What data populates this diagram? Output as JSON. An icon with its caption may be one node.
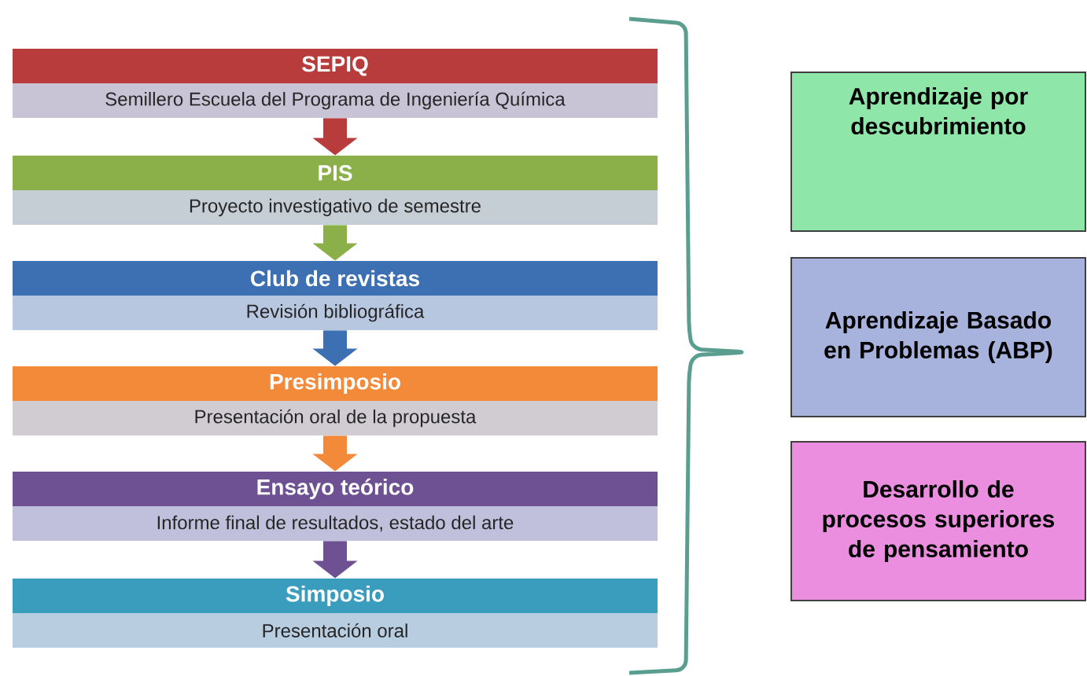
{
  "diagram": {
    "nodes": [
      {
        "text": [
          "SEPIQ",
          "Semillero Escuela del Programa de Ingeniería Química"
        ]
      },
      {
        "text": [
          "PIS",
          "Proyecto investigativo de semestre"
        ]
      },
      {
        "text": [
          "Club de revistas",
          "Revisión bibliográfica"
        ]
      },
      {
        "text": [
          "Presimposio",
          "Presentación oral de la propuesta"
        ]
      },
      {
        "text": [
          "Ensayo teórico",
          "Informe final de resultados, estado del arte"
        ]
      },
      {
        "text": [
          "Simposio",
          "Presentación oral"
        ]
      },
      {
        "text": [
          "Aprendizaje por descubrimiento"
        ]
      },
      {
        "text": [
          "Aprendizaje Basado en Problemas (ABP)"
        ]
      },
      {
        "text": [
          "Desarrollo de procesos superiores de pensamiento"
        ]
      }
    ],
    "edges": [
      {
        "from": 0,
        "to": 1,
        "arrow": "to",
        "color": "#b83c3c"
      },
      {
        "from": 1,
        "to": 2,
        "arrow": "to",
        "color": "#8bb04a"
      },
      {
        "from": 2,
        "to": 3,
        "arrow": "to",
        "color": "#3d6fb3"
      },
      {
        "from": 3,
        "to": 4,
        "arrow": "to",
        "color": "#f28a3a"
      },
      {
        "from": 4,
        "to": 5,
        "arrow": "to",
        "color": "#6e5193"
      }
    ]
  }
}
